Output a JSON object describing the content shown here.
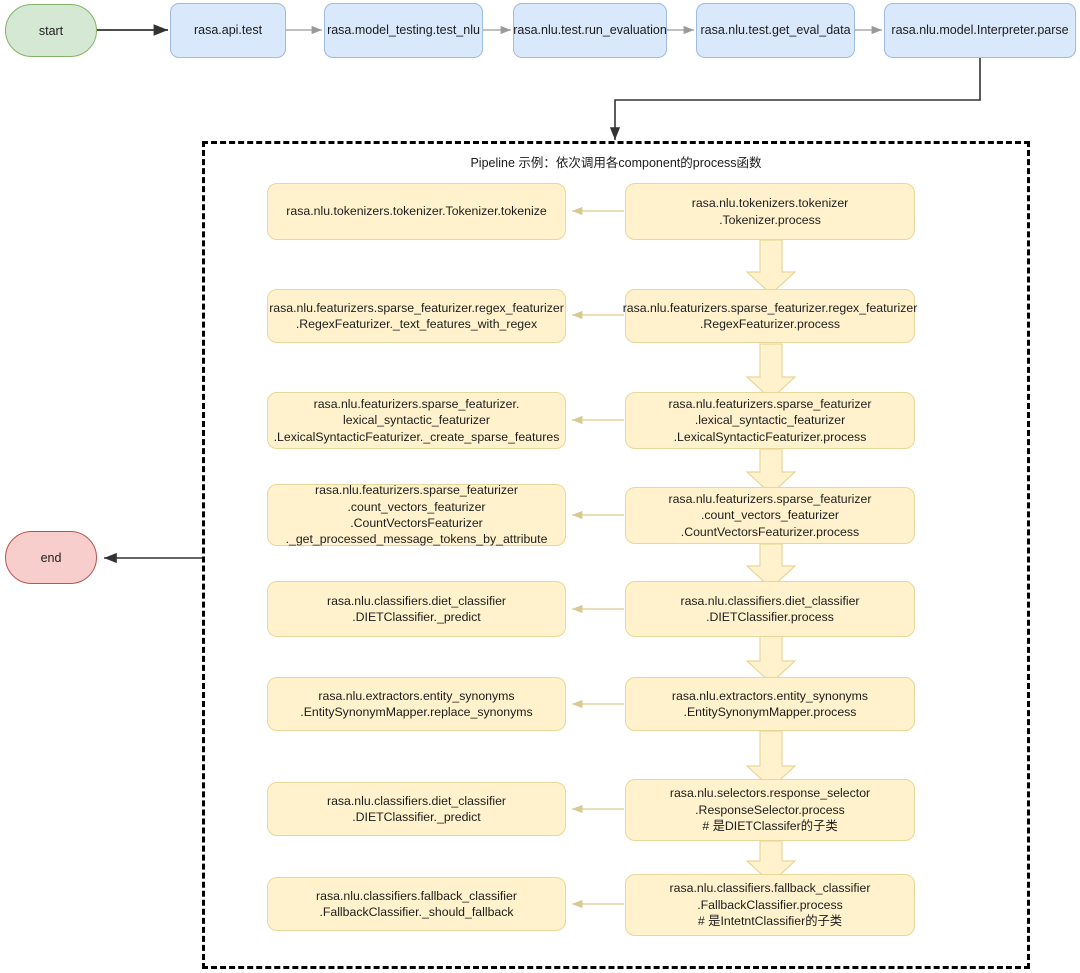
{
  "diagram": {
    "title_note": "Pipeline 示例：依次调用各component的process函数",
    "colors": {
      "start_fill": "#d5e8d4",
      "start_stroke": "#82b366",
      "end_fill": "#f8cecc",
      "end_stroke": "#b85450",
      "call_fill": "#dae8fc",
      "call_stroke": "#9ebbe0",
      "component_fill": "#fff2cc",
      "component_stroke": "#e8d79a",
      "frame_stroke": "#000000",
      "thin_arrow": "#999999",
      "dark_arrow": "#333333",
      "block_arrow_fill": "#fff2cc",
      "block_arrow_stroke": "#e8d79a"
    },
    "terminals": {
      "start": "start",
      "end": "end"
    },
    "call_chain": [
      {
        "label": "rasa.api.test"
      },
      {
        "label": "rasa.model_testing.test_nlu"
      },
      {
        "label": "rasa.nlu.test.run_evaluation"
      },
      {
        "label": "rasa.nlu.test.get_eval_data"
      },
      {
        "label": "rasa.nlu.model.Interpreter.parse"
      }
    ],
    "pipeline_rows": [
      {
        "process": "rasa.nlu.tokenizers.tokenizer\n.Tokenizer.process",
        "inner": "rasa.nlu.tokenizers.tokenizer.Tokenizer.tokenize"
      },
      {
        "process": "rasa.nlu.featurizers.sparse_featurizer.regex_featurizer\n.RegexFeaturizer.process",
        "inner": "rasa.nlu.featurizers.sparse_featurizer.regex_featurizer\n.RegexFeaturizer._text_features_with_regex"
      },
      {
        "process": "rasa.nlu.featurizers.sparse_featurizer\n.lexical_syntactic_featurizer\n.LexicalSyntacticFeaturizer.process",
        "inner": "rasa.nlu.featurizers.sparse_featurizer.\nlexical_syntactic_featurizer\n.LexicalSyntacticFeaturizer._create_sparse_features"
      },
      {
        "process": "rasa.nlu.featurizers.sparse_featurizer\n.count_vectors_featurizer\n.CountVectorsFeaturizer.process",
        "inner": "rasa.nlu.featurizers.sparse_featurizer\n.count_vectors_featurizer\n.CountVectorsFeaturizer\n._get_processed_message_tokens_by_attribute"
      },
      {
        "process": "rasa.nlu.classifiers.diet_classifier\n.DIETClassifier.process",
        "inner": "rasa.nlu.classifiers.diet_classifier\n.DIETClassifier._predict"
      },
      {
        "process": "rasa.nlu.extractors.entity_synonyms\n.EntitySynonymMapper.process",
        "inner": "rasa.nlu.extractors.entity_synonyms\n.EntitySynonymMapper.replace_synonyms"
      },
      {
        "process": "rasa.nlu.selectors.response_selector\n.ResponseSelector.process\n# 是DIETClassifer的子类",
        "inner": "rasa.nlu.classifiers.diet_classifier\n.DIETClassifier._predict"
      },
      {
        "process": "rasa.nlu.classifiers.fallback_classifier\n.FallbackClassifier.process\n# 是IntetntClassifier的子类",
        "inner": "rasa.nlu.classifiers.fallback_classifier\n.FallbackClassifier._should_fallback"
      }
    ]
  }
}
